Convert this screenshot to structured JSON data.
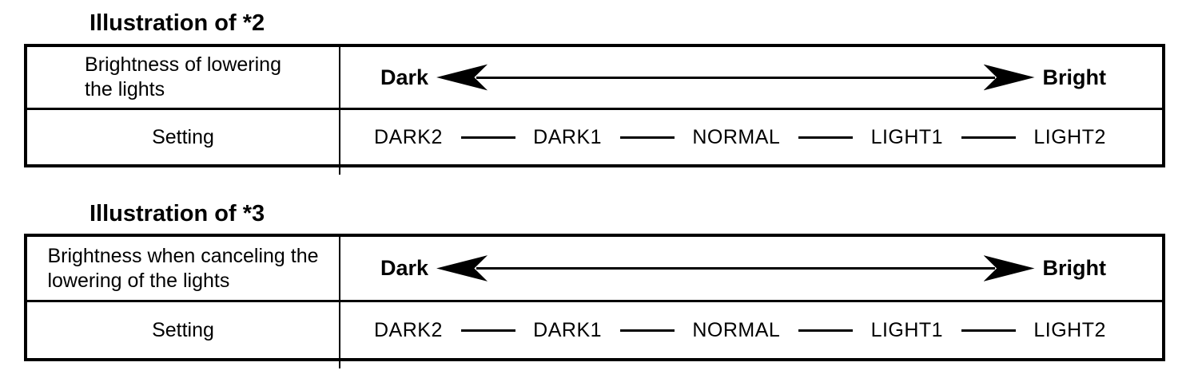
{
  "colors": {
    "ink": "#000000",
    "paper": "#ffffff"
  },
  "figures": [
    {
      "title": "Illustration of *2",
      "label_line1": "Brightness of lowering",
      "label_line2": "the lights",
      "setting_label": "Setting",
      "scale_left": "Dark",
      "scale_right": "Bright",
      "settings": [
        "DARK2",
        "DARK1",
        "NORMAL",
        "LIGHT1",
        "LIGHT2"
      ]
    },
    {
      "title": "Illustration of *3",
      "label_line1": "Brightness when canceling the",
      "label_line2": "lowering of the lights",
      "setting_label": "Setting",
      "scale_left": "Dark",
      "scale_right": "Bright",
      "settings": [
        "DARK2",
        "DARK1",
        "NORMAL",
        "LIGHT1",
        "LIGHT2"
      ]
    }
  ]
}
